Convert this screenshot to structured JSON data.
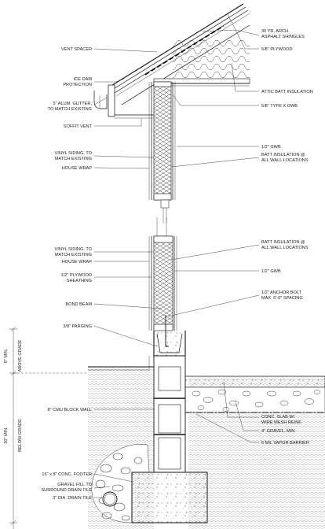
{
  "drawing": {
    "labels_left": {
      "vent_spacer": "VENT SPACER",
      "ice_dam_1": "ICE DAM",
      "ice_dam_2": "PROTECTION",
      "gutter_1": "5\" ALUM. GUTTER,",
      "gutter_2": "TO MATCH EXISTING",
      "soffit_vent": "SOFFIT VENT",
      "vinyl_siding_top_1": "VINYL SIDING. TO",
      "vinyl_siding_top_2": "MATCH EXISTING",
      "house_wrap_top": "HOUSE WRAP",
      "vinyl_siding_bot_1": "VINYL SIDING. TO",
      "vinyl_siding_bot_2": "MATCH EXISTING",
      "house_wrap_bot": "HOUSE WRAP",
      "plywood_sheathing_1": "1/2\" PLYWOOD",
      "plywood_sheathing_2": "SHEATHING",
      "bond_beam": "BOND BEAM",
      "parging": "3/8\" PARGING",
      "cmu_wall": "8\" CMU BLOCK WALL",
      "footer": "16\" x 8\" CONC. FOOTER",
      "gravel_fill_1": "GRAVEL FILL TO",
      "gravel_fill_2": "SURROUND DRAIN TILE",
      "drain_tile": "3\" DIA. DRAIN TILE"
    },
    "labels_right": {
      "shingles_1": "30 YR. ARCH.",
      "shingles_2": "ASPHALT SHINGLES",
      "plywood_roof": "5/8\" PLYWOOD",
      "attic_insulation": "ATTIC BATT INSULATION",
      "type_x_gwb": "5/8\" TYPE X GWB",
      "gwb_top": "1/2\" GWB",
      "batt_top_1": "BATT INSULATION @",
      "batt_top_2": "ALL WALL LOCATIONS",
      "batt_bot_1": "BATT INSULATION @",
      "batt_bot_2": "ALL WALL LOCATIONS",
      "gwb_bot": "1/2\" GWB",
      "anchor_1": "1/2\" ANCHOR BOLT",
      "anchor_2": "MAX. 6'-0\" SPACING",
      "slab_1": "CONC. SLAB W/",
      "slab_2": "WIRE MESH REINF.",
      "gravel_min": "4\" GRAVEL, MIN.",
      "vapor_barrier": "6 MIL VAPOR BARRIER"
    },
    "dimensions": {
      "above_grade_value": "8\" MIN.",
      "above_grade_label": "ABOVE GRADE",
      "below_grade_value": "30\" MIN.",
      "below_grade_label": "BELOW GRADE"
    }
  }
}
